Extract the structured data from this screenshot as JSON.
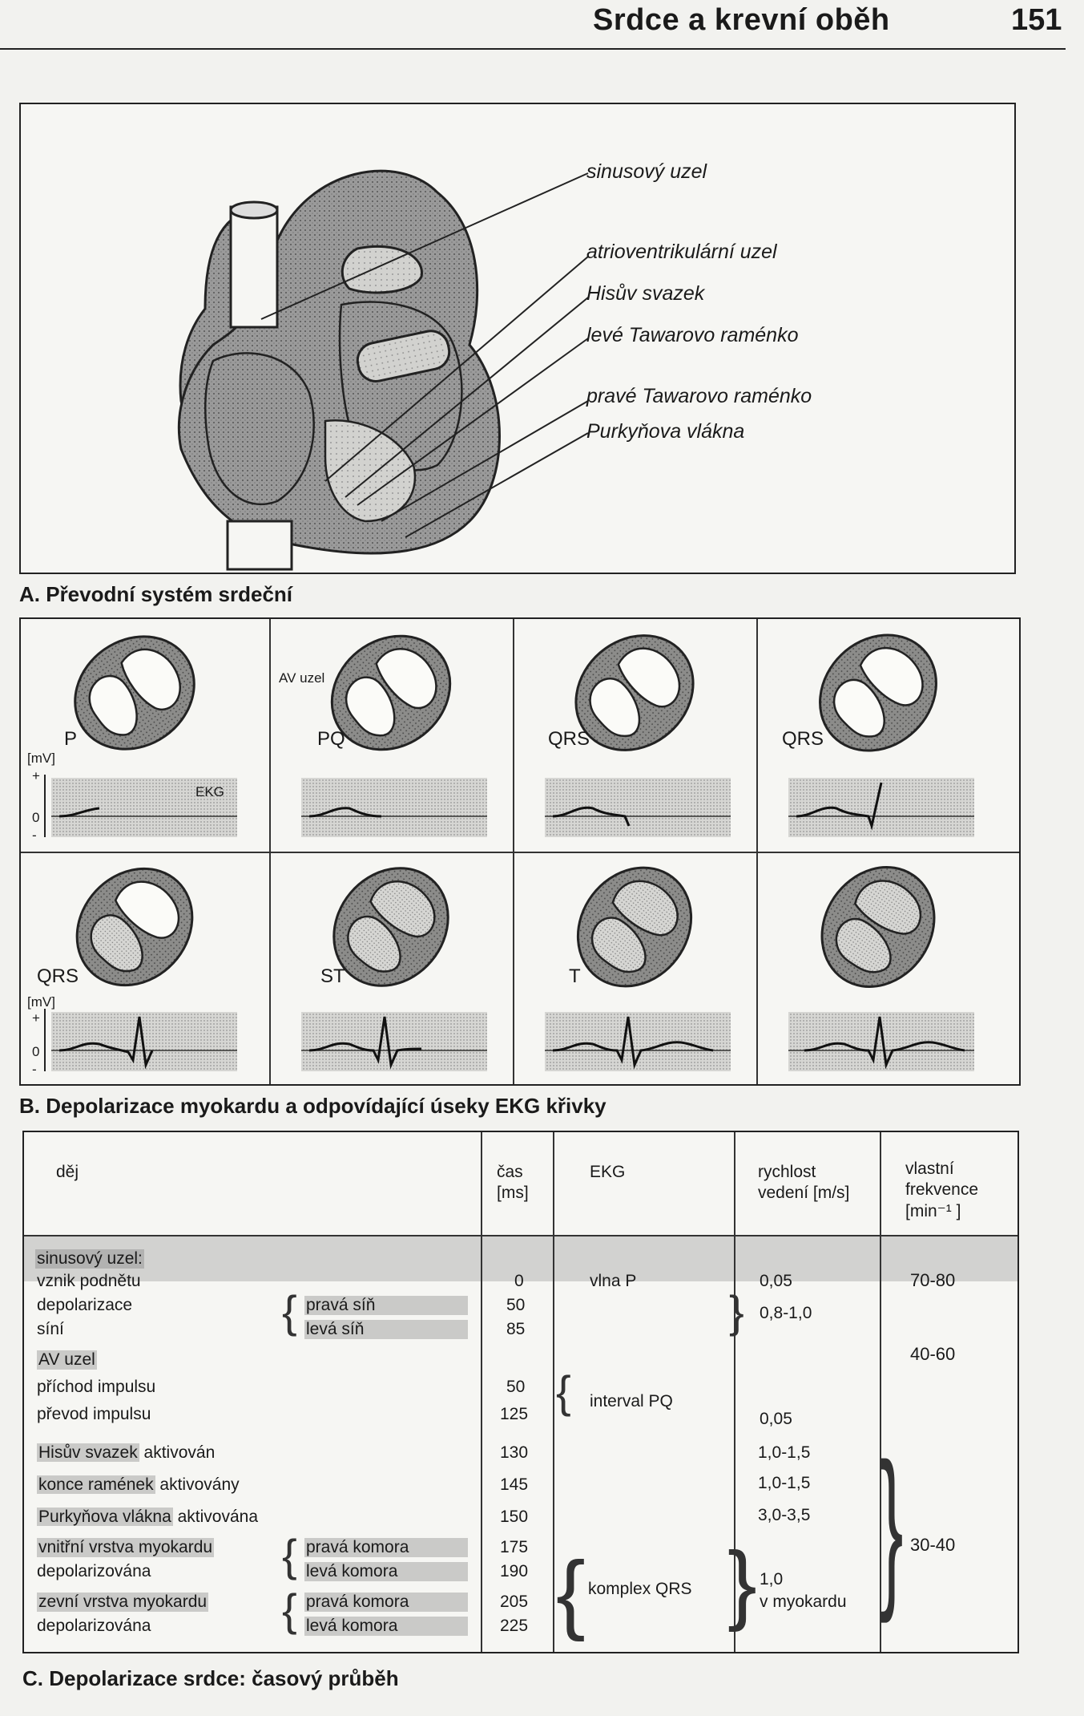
{
  "header": {
    "title": "Srdce a krevní oběh",
    "page_number": "151"
  },
  "panel_a": {
    "caption": "A. Převodní systém srdeční",
    "labels": [
      "sinusový uzel",
      "atrioventrikulární uzel",
      "Hisův svazek",
      "levé Tawarovo raménko",
      "pravé Tawarovo raménko",
      "Purkyňova vlákna"
    ]
  },
  "panel_b": {
    "caption": "B. Depolarizace myokardu a odpovídající úseky EKG křivky",
    "unit_label": "[mV]",
    "ekg_label": "EKG",
    "av_label": "AV uzel",
    "plus": "+",
    "zero": "0",
    "minus": "-",
    "phases": [
      "P",
      "PQ",
      "QRS",
      "QRS",
      "QRS",
      "ST",
      "T",
      ""
    ]
  },
  "panel_c": {
    "caption": "C. Depolarizace srdce: časový průběh",
    "headers": {
      "event": "děj",
      "time": "čas",
      "time_unit": "[ms]",
      "ekg": "EKG",
      "speed": "rychlost",
      "speed2": "vedení [m/s]",
      "freq": "vlastní",
      "freq2": "frekvence",
      "freq3": "[min⁻¹ ]"
    },
    "rows": {
      "sinus": "sinusový uzel:",
      "vznik": "vznik podnětu",
      "depol": "depolarizace",
      "sini": "síní",
      "prava_sin": "pravá síň",
      "leva_sin": "levá síň",
      "av": "AV uzel",
      "prichod": "příchod impulsu",
      "prevod": "převod impulsu",
      "his": "Hisův svazek",
      "his_act": "aktivován",
      "konce": "konce ramének",
      "konce_act": "aktivovány",
      "purk": "Purkyňova vlákna",
      "purk_act": "aktivována",
      "vnitrni": "vnitřní vrstva myokardu",
      "depolarizovana1": "depolarizována",
      "zevni": "zevní vrstva myokardu",
      "depolarizovana2": "depolarizována",
      "prava_komora1": "pravá komora",
      "leva_komora1": "levá komora",
      "prava_komora2": "pravá komora",
      "leva_komora2": "levá komora"
    },
    "times": [
      "0",
      "50",
      "85",
      "50",
      "125",
      "130",
      "145",
      "150",
      "175",
      "190",
      "205",
      "225"
    ],
    "ekg": {
      "p": "vlna P",
      "pq": "interval PQ",
      "qrs": "komplex QRS"
    },
    "speeds": [
      "0,05",
      "0,8-1,0",
      "0,05",
      "1,0-1,5",
      "1,0-1,5",
      "3,0-3,5",
      "1,0",
      "v myokardu"
    ],
    "freqs": [
      "70-80",
      "40-60",
      "30-40"
    ]
  }
}
